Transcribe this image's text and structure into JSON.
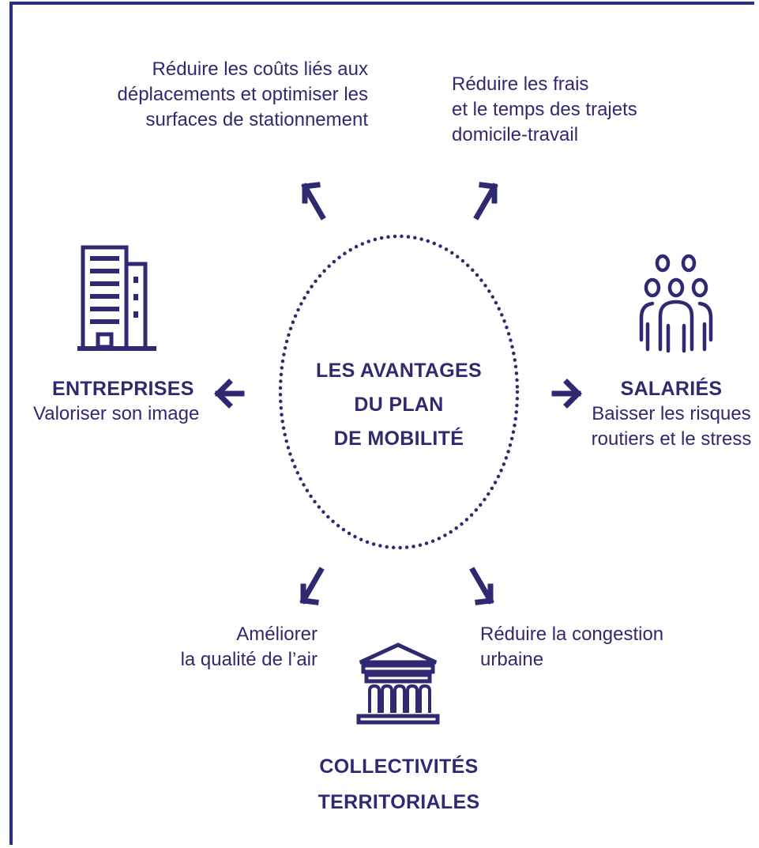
{
  "center": {
    "lines": [
      "LES AVANTAGES",
      "DU PLAN",
      "DE MOBILITÉ"
    ]
  },
  "benefits": {
    "top_left": {
      "lines": [
        "Réduire les coûts liés aux",
        "déplacements et optimiser les",
        "surfaces de stationnement"
      ]
    },
    "top_right": {
      "lines": [
        "Réduire les frais",
        "et le temps des trajets",
        "domicile-travail"
      ]
    },
    "bottom_left": {
      "lines": [
        "Améliorer",
        "la qualité de l’air"
      ]
    },
    "bottom_right": {
      "lines": [
        "Réduire la congestion",
        "urbaine"
      ]
    }
  },
  "entreprises": {
    "title": "ENTREPRISES",
    "text": "Valoriser son image"
  },
  "salaries": {
    "title": "SALARIÉS",
    "lines": [
      "Baisser les risques",
      "routiers et le stress"
    ]
  },
  "collectivites": {
    "lines": [
      "COLLECTIVITÉS",
      "TERRITORIALES"
    ]
  },
  "colors": {
    "primary": "#2e2a72",
    "frame": "#2a2f80"
  },
  "icons": [
    "building-icon",
    "people-icon",
    "government-building-icon",
    "arrow-icon"
  ]
}
